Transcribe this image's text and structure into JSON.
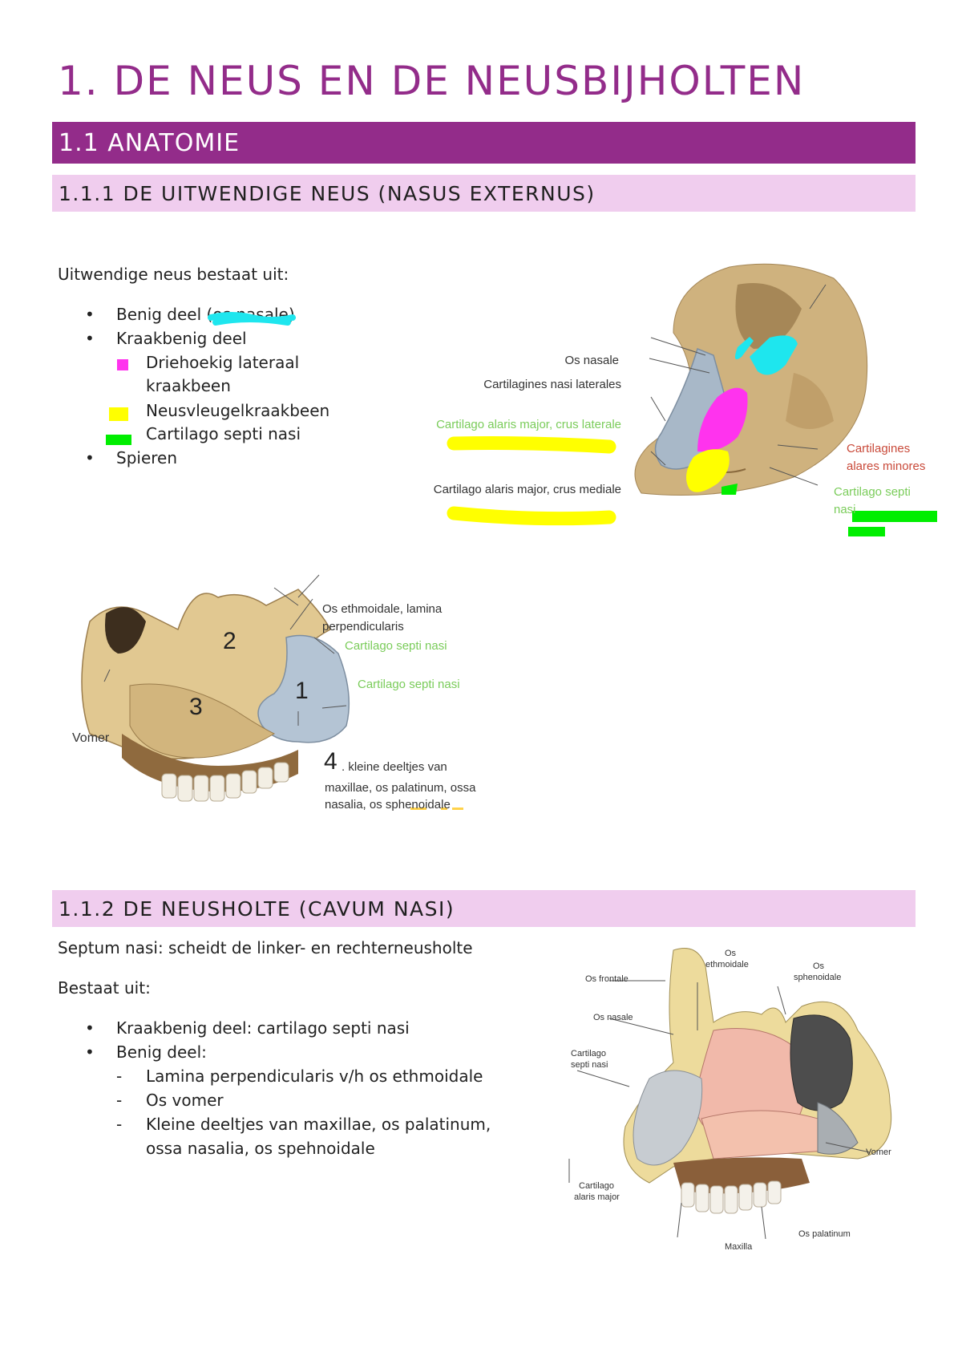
{
  "title": "1. DE NEUS EN DE NEUSBIJHOLTEN",
  "section": "1.1 ANATOMIE",
  "sub1": "1.1.1 DE UITWENDIGE NEUS (NASUS EXTERNUS)",
  "intro1": "Uitwendige neus bestaat uit:",
  "list1": {
    "benig_pre": "Benig deel (",
    "benig_mid": "os nasale",
    "benig_post": ")",
    "kraak": "Kraakbenig deel",
    "driehoek1": "Driehoekig lateraal",
    "driehoek2": "kraakbeen",
    "neusvleugel": "Neusvleugelkraakbeen",
    "septi": "Cartilago septi nasi",
    "spieren": "Spieren"
  },
  "fig1": {
    "os_nasale": "Os nasale",
    "cart_lat": "Cartilagines nasi laterales",
    "crus_lat": "Cartilago alaris major, crus laterale",
    "crus_med": "Cartilago alaris major, crus mediale",
    "alares1": "Cartilagines",
    "alares2": "alares minores",
    "septi1": "Cartilago septi",
    "septi2": "nasi"
  },
  "fig2": {
    "ethmo1": "Os ethmoidale, lamina",
    "ethmo2": "perpendicularis",
    "septi_a": "Cartilago septi nasi",
    "septi_b": "Cartilago septi nasi",
    "vomer": "Vomer",
    "n1": "1",
    "n2": "2",
    "n3": "3",
    "n4": "4",
    "kleine1": ". kleine deeltjes van",
    "kleine2": "maxillae, os palatinum, ossa",
    "kleine3": "nasalia, os sphenoidale"
  },
  "sub2": "1.1.2 DE NEUSHOLTE (CAVUM NASI)",
  "septum": "Septum nasi: scheidt de linker- en rechterneusholte",
  "bestaat": "Bestaat uit:",
  "list2": {
    "kraak": "Kraakbenig deel: cartilago septi nasi",
    "benig": "Benig deel:",
    "lamina": "Lamina perpendicularis v/h os ethmoidale",
    "vomer": "Os vomer",
    "kleine1": "Kleine deeltjes van maxillae, os palatinum,",
    "kleine2": "ossa nasalia, os spehnoidale"
  },
  "fig3": {
    "frontale": "Os frontale",
    "ethmo1": "Os",
    "ethmo2": "ethmoidale",
    "spheno1": "Os",
    "spheno2": "sphenoidale",
    "nasale": "Os nasale",
    "cart1": "Cartilago",
    "cart2": "septi nasi",
    "vomer": "Vomer",
    "alaris1": "Cartilago",
    "alaris2": "alaris major",
    "palatinum": "Os palatinum",
    "maxilla": "Maxilla"
  },
  "colors": {
    "accent": "#932c8a",
    "band": "#f0cdee",
    "highlight_cyan": "#1ee6ee",
    "highlight_magenta": "#ff33ee",
    "highlight_yellow": "#ffff00",
    "highlight_green": "#00ee00",
    "label_green": "#7acc5a",
    "label_red": "#c94a3a"
  }
}
